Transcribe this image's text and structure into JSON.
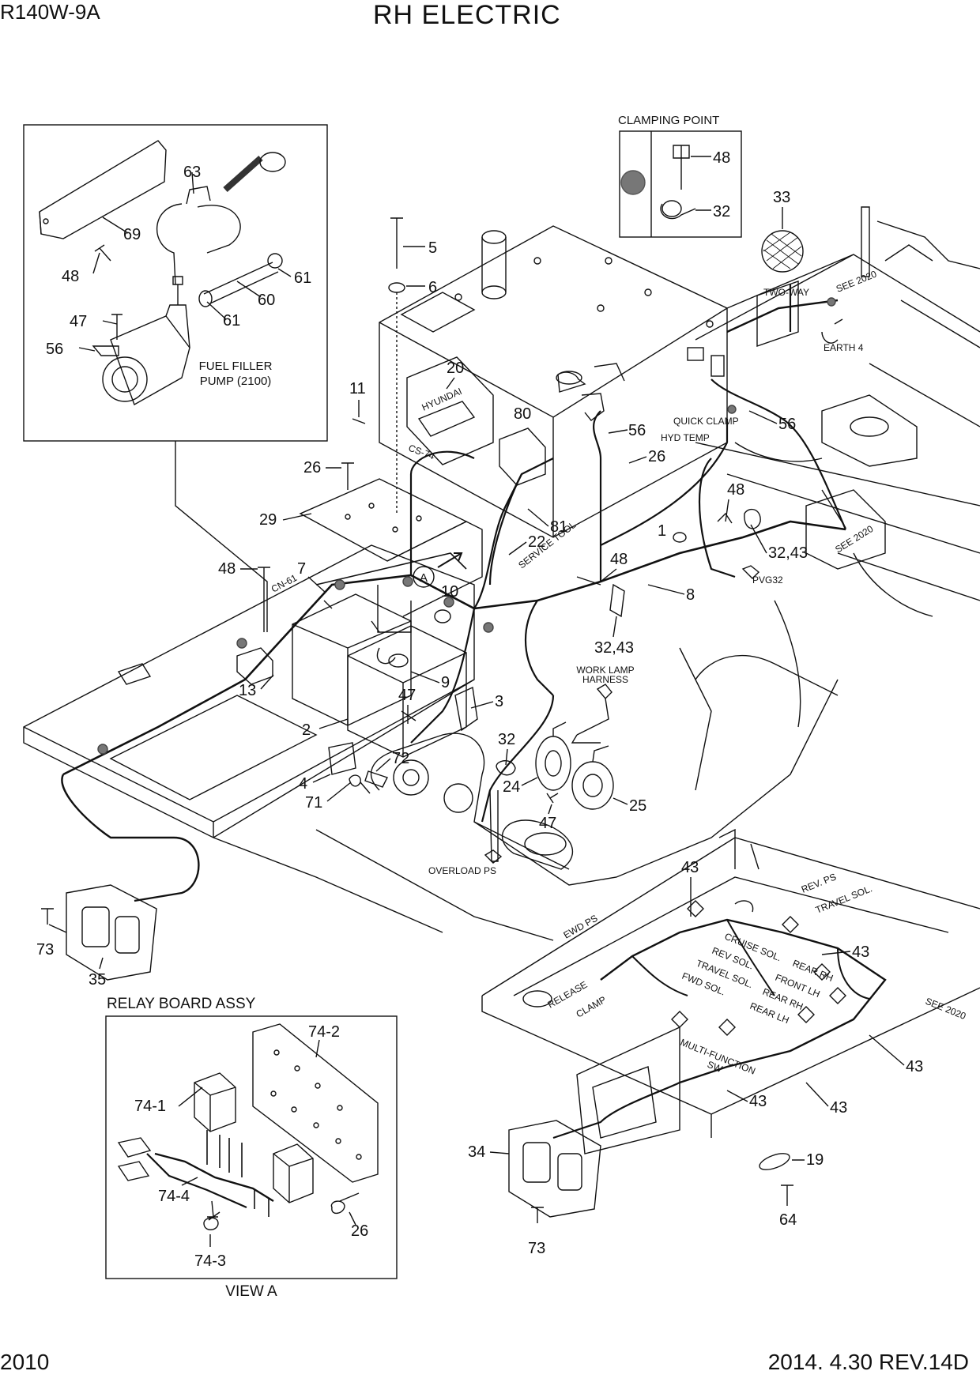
{
  "header": {
    "model": "R140W-9A",
    "title": "RH ELECTRIC"
  },
  "footer": {
    "page": "2010",
    "revision": "2014. 4.30  REV.14D"
  },
  "inset_fuel": {
    "caption_line1": "FUEL FILLER",
    "caption_line2": "PUMP (2100)"
  },
  "inset_clamp": {
    "caption": "CLAMPING POINT",
    "marker_color": "#777777"
  },
  "inset_relay": {
    "title": "RELAY BOARD ASSY",
    "caption": "VIEW A"
  },
  "callouts": {
    "c63": "63",
    "c69": "69",
    "c48a": "48",
    "c61a": "61",
    "c60": "60",
    "c61b": "61",
    "c47a": "47",
    "c56a": "56",
    "c48b": "48",
    "c32a": "32",
    "c33": "33",
    "c5": "5",
    "c6": "6",
    "c20": "20",
    "c11": "11",
    "c80": "80",
    "c56b": "56",
    "c26a": "26",
    "c56c": "56",
    "c26b": "26",
    "c29": "29",
    "c81": "81",
    "c22": "22",
    "c1": "1",
    "c48c": "48",
    "c3243a": "32,43",
    "c48d": "48",
    "c7": "7",
    "cA": "A",
    "c10": "10",
    "c48e": "48",
    "c8": "8",
    "c3243b": "32,43",
    "c13": "13",
    "c9": "9",
    "c47b": "47",
    "c3": "3",
    "c2": "2",
    "c32b": "32",
    "c72": "72",
    "c4": "4",
    "c71": "71",
    "c24": "24",
    "c25": "25",
    "c47c": "47",
    "c43a": "43",
    "c73a": "73",
    "c35": "35",
    "c43b": "43",
    "c43c": "43",
    "c43d": "43",
    "c43e": "43",
    "c34": "34",
    "c19": "19",
    "c64": "64",
    "c73b": "73",
    "c742": "74-2",
    "c741": "74-1",
    "c744": "74-4",
    "c743": "74-3",
    "c26c": "26"
  },
  "labels": {
    "two_way": "TWO-WAY",
    "see2020a": "SEE 2020",
    "earth4": "EARTH 4",
    "quick_clamp": "QUICK CLAMP",
    "hyd_temp": "HYD TEMP",
    "cs74": "CS-74",
    "service_tool": "SERVICE TOOL",
    "see2020b": "SEE 2020",
    "pvg32": "PVG32",
    "cn61": "CN-61",
    "work_lamp1": "WORK LAMP",
    "work_lamp2": "HARNESS",
    "overload_ps": "OVERLOAD PS",
    "ewd_ps": "EWD PS",
    "rev_ps": "REV. PS",
    "travel_sol": "TRAVEL SOL.",
    "cruise_sol": "CRUISE SOL.",
    "rev_sol": "REV SOL.",
    "travel_sol2": "TRAVEL SOL.",
    "fwd_sol": "FWD SOL.",
    "rear_rh": "REAR RH",
    "front_lh": "FRONT LH",
    "rear_rh2": "REAR RH",
    "rear_lh": "REAR LH",
    "release": "RELEASE",
    "clamp": "CLAMP",
    "see2020c": "SEE 2020",
    "multi_function1": "MULTI-FUNCTION",
    "multi_function2": "SW",
    "hyundai": "HYUNDAI"
  }
}
